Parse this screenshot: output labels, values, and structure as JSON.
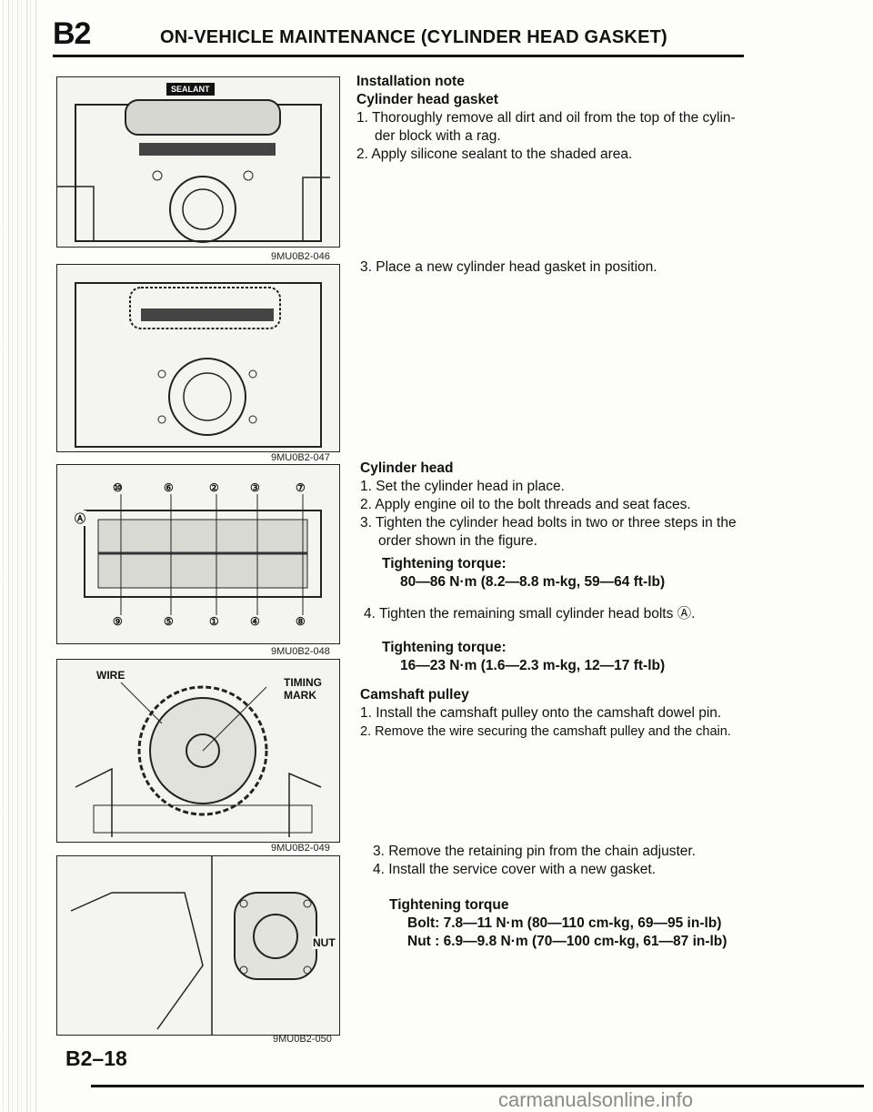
{
  "header": {
    "section": "B2",
    "title": "ON-VEHICLE MAINTENANCE (CYLINDER HEAD GASKET)"
  },
  "figures": [
    {
      "code": "9MU0B2-046",
      "badge": "SEALANT"
    },
    {
      "code": "9MU0B2-047"
    },
    {
      "code": "9MU0B2-048",
      "top_marks": [
        "⑩",
        "⑥",
        "②",
        "③",
        "⑦"
      ],
      "bottom_marks": [
        "⑨",
        "⑤",
        "①",
        "④",
        "⑧"
      ],
      "side_mark": "Ⓐ"
    },
    {
      "code": "9MU0B2-049",
      "labels": {
        "wire": "WIRE",
        "timing_line1": "TIMING",
        "timing_line2": "MARK"
      }
    },
    {
      "code": "9MU0B2-050",
      "labels": {
        "nut": "NUT"
      }
    }
  ],
  "installation": {
    "heading": "Installation note",
    "subheading": "Cylinder head gasket",
    "step1_line1": "1. Thoroughly remove all dirt and oil from the top of the cylin-",
    "step1_line2": "der block with a rag.",
    "step2": "2. Apply silicone sealant to the shaded area.",
    "step3": "3. Place a new cylinder head gasket in position."
  },
  "cylinder_head": {
    "heading": "Cylinder head",
    "step1": "1. Set the cylinder head in place.",
    "step2": "2. Apply engine oil to the bolt threads and seat faces.",
    "step3_line1": "3. Tighten the cylinder head bolts in two or three steps in the",
    "step3_line2": "order shown in the figure.",
    "torque1_label": "Tightening torque:",
    "torque1_value": "80—86 N·m (8.2—8.8 m-kg, 59—64 ft-lb)",
    "step4": "4. Tighten the remaining small cylinder head bolts Ⓐ.",
    "torque2_label": "Tightening torque:",
    "torque2_value": "16—23 N·m (1.6—2.3 m-kg, 12—17 ft-lb)"
  },
  "camshaft": {
    "heading": "Camshaft pulley",
    "step1": "1. Install the camshaft pulley onto the camshaft dowel pin.",
    "step2": "2. Remove the wire securing the camshaft pulley and the chain.",
    "step3": "3. Remove the retaining pin from the chain adjuster.",
    "step4": "4. Install the service cover with a new gasket.",
    "torque_label": "Tightening torque",
    "bolt": "Bolt: 7.8—11 N·m (80—110 cm-kg, 69—95 in-lb)",
    "nut": "Nut : 6.9—9.8 N·m (70—100 cm-kg, 61—87 in-lb)"
  },
  "footer": {
    "page": "B2–18",
    "watermark": "carmanualsonline.info"
  }
}
